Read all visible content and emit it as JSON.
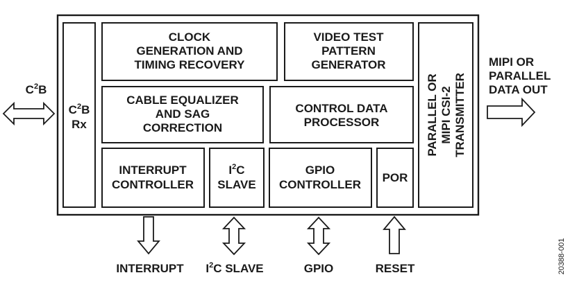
{
  "blocks": {
    "c2b_rx": {
      "line1_pre": "C",
      "line1_sup": "2",
      "line1_post": "B",
      "line2": "Rx"
    },
    "clock": [
      "CLOCK",
      "GENERATION AND",
      "TIMING RECOVERY"
    ],
    "video": [
      "VIDEO TEST",
      "PATTERN",
      "GENERATOR"
    ],
    "cable": [
      "CABLE EQUALIZER",
      "AND SAG",
      "CORRECTION"
    ],
    "control": [
      "CONTROL DATA",
      "PROCESSOR"
    ],
    "interrupt": [
      "INTERRUPT",
      "CONTROLLER"
    ],
    "i2c": {
      "line1_pre": "I",
      "line1_sup": "2",
      "line1_post": "C",
      "line2": "SLAVE"
    },
    "gpio": [
      "GPIO",
      "CONTROLLER"
    ],
    "por": "POR",
    "transmitter": [
      "PARALLEL OR",
      "MIPI CSI-2",
      "TRANSMITTER"
    ]
  },
  "external": {
    "c2b": {
      "pre": "C",
      "sup": "2",
      "post": "B"
    },
    "data_out": [
      "MIPI OR",
      "PARALLEL",
      "DATA OUT"
    ],
    "interrupt": "INTERRUPT",
    "i2c_slave": {
      "pre": "I",
      "sup": "2",
      "post": "C SLAVE"
    },
    "gpio": "GPIO",
    "reset": "RESET"
  },
  "figure_id": "20388-001"
}
